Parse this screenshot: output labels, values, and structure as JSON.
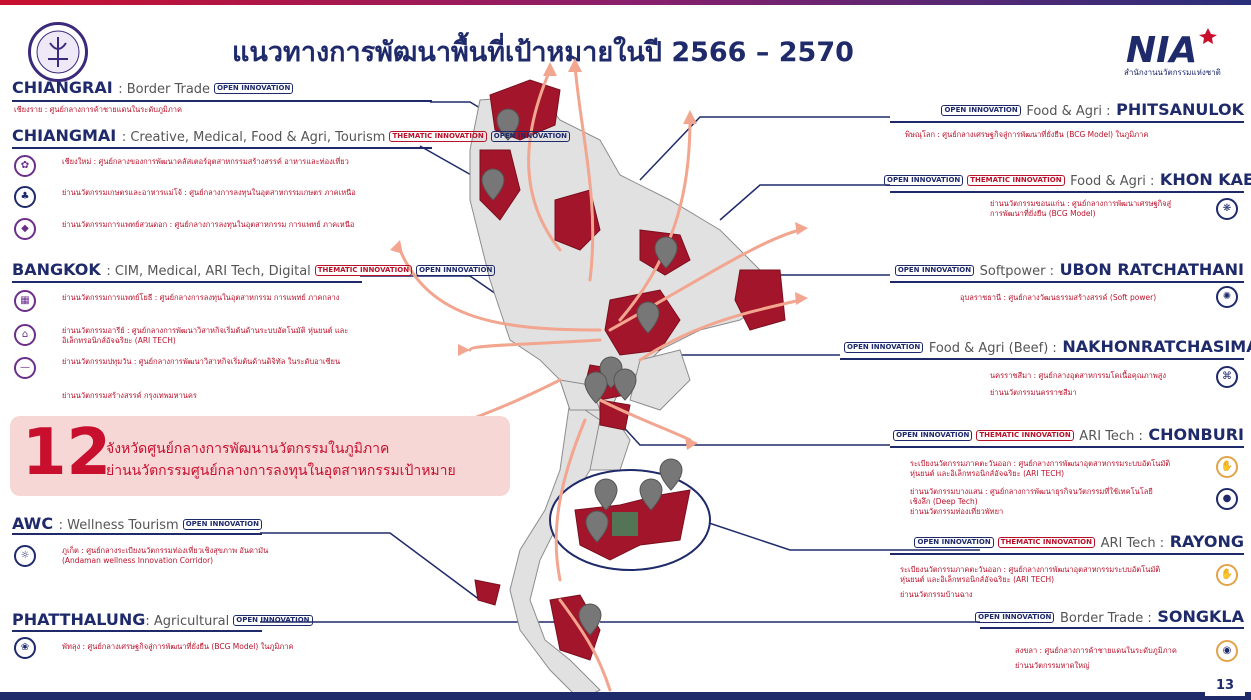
{
  "title": "แนวทางการพัฒนาพื้นที่เป้าหมายในปี 2566 – 2570",
  "logo": {
    "mark": "NIA",
    "caption": "สำนักงานนวัตกรรมแห่งชาติ"
  },
  "page_number": "13",
  "badges": {
    "open": "OPEN INNOVATION",
    "thematic": "THEMATIC INNOVATION"
  },
  "left": {
    "chiangrai": {
      "name": "CHIANGRAI",
      "sub": ": Border Trade",
      "items": [
        "เชียงราย : ศูนย์กลางการค้าชายแดนในระดับภูมิภาค"
      ]
    },
    "chiangmai": {
      "name": "CHIANGMAI",
      "sub": ": Creative, Medical, Food & Agri, Tourism",
      "items": [
        "เชียงใหม่ : ศูนย์กลางของการพัฒนาคลัสเตอร์อุตสาหกรรมสร้างสรรค์ อาหารและท่องเที่ยว",
        "ย่านนวัตกรรมเกษตรและอาหารแม่โจ้ : ศูนย์กลางการลงทุนในอุตสาหกรรมเกษตร ภาคเหนือ",
        "ย่านนวัตกรรมการแพทย์สวนดอก : ศูนย์กลางการลงทุนในอุตสาหกรรม การแพทย์ ภาคเหนือ"
      ]
    },
    "bangkok": {
      "name": "BANGKOK",
      "sub": ": CIM, Medical, ARI Tech, Digital",
      "items": [
        "ย่านนวัตกรรมการแพทย์โยธี : ศูนย์กลางการลงทุนในอุตสาหกรรม การแพทย์ ภาคกลาง",
        "ย่านนวัตกรรมอารีย์ : ศูนย์กลางการพัฒนาวิสาหกิจเริ่มต้นด้านระบบอัตโนมัติ หุ่นยนต์ และอิเล็กทรอนิกส์อัจฉริยะ (ARI TECH)",
        "ย่านนวัตกรรมปทุมวัน : ศูนย์กลางการพัฒนาวิสาหกิจเริ่มต้นด้านดิจิทัล ในระดับอาเซียน",
        "ย่านนวัตกรรมสร้างสรรค์ กรุงเทพมหานคร"
      ]
    },
    "box": {
      "num": "12",
      "line1": "จังหวัดศูนย์กลางการพัฒนานวัตกรรมในภูมิภาค",
      "line2": "ย่านนวัตกรรมศูนย์กลางการลงทุนในอุตสาหกรรมเป้าหมาย"
    },
    "awc": {
      "name": "AWC",
      "sub": ": Wellness Tourism",
      "items": [
        "ภูเก็ต : ศูนย์กลางระเบียงนวัตกรรมท่องเที่ยวเชิงสุขภาพ อันดามัน",
        "(Andaman wellness Innovation Corridor)"
      ]
    },
    "phatthalung": {
      "name": "PHATTHALUNG",
      "sub": ": Agricultural",
      "items": [
        "พัทลุง : ศูนย์กลางเศรษฐกิจสู่การพัฒนาที่ยั่งยืน (BCG Model) ในภูมิภาค"
      ]
    }
  },
  "right": {
    "phitsanulok": {
      "name": "PHITSANULOK",
      "sub": "Food & Agri :",
      "items": [
        "พิษณุโลก : ศูนย์กลางเศรษฐกิจสู่การพัฒนาที่ยั่งยืน (BCG Model) ในภูมิภาค"
      ]
    },
    "khonkaen": {
      "name": "KHON KAEN",
      "sub": "Food & Agri :",
      "items": [
        "ย่านนวัตกรรมขอนแก่น : ศูนย์กลางการพัฒนาเศรษฐกิจสู่",
        "การพัฒนาที่ยั่งยืน (BCG Model)"
      ]
    },
    "ubon": {
      "name": "UBON RATCHATHANI",
      "sub": "Softpower :",
      "items": [
        "อุบลราชธานี : ศูนย์กลางวัฒนธรรมสร้างสรรค์ (Soft power)"
      ]
    },
    "korat": {
      "name": "NAKHONRATCHASIMA",
      "sub": "Food & Agri (Beef) :",
      "items": [
        "นครราชสีมา : ศูนย์กลางอุตสาหกรรมโคเนื้อคุณภาพสูง",
        "ย่านนวัตกรรมนครราชสีมา"
      ]
    },
    "chonburi": {
      "name": "CHONBURI",
      "sub": "ARI Tech :",
      "items": [
        "ระเบียงนวัตกรรมภาคตะวันออก : ศูนย์กลางการพัฒนาอุตสาหกรรมระบบอัตโนมัติ",
        "หุ่นยนต์ และอิเล็กทรอนิกส์อัจฉริยะ (ARI TECH)",
        "ย่านนวัตกรรมบางแสน : ศูนย์กลางการพัฒนาธุรกิจนวัตกรรมที่ใช้เทคโนโลยี",
        "เชิงลึก (Deep Tech)",
        "ย่านนวัตกรรมท่องเที่ยวพัทยา"
      ]
    },
    "rayong": {
      "name": "RAYONG",
      "sub": "ARI Tech :",
      "items": [
        "ระเบียงนวัตกรรมภาคตะวันออก : ศูนย์กลางการพัฒนาอุตสาหกรรมระบบอัตโนมัติ",
        "หุ่นยนต์ และอิเล็กทรอนิกส์อัจฉริยะ (ARI TECH)",
        "ย่านนวัตกรรมบ้านฉาง"
      ]
    },
    "songkla": {
      "name": "SONGKLA",
      "sub": "Border Trade :",
      "items": [
        "สงขลา : ศูนย์กลางการค้าชายแดนในระดับภูมิภาค",
        "ย่านนวัตกรรมหาดใหญ่"
      ]
    }
  }
}
